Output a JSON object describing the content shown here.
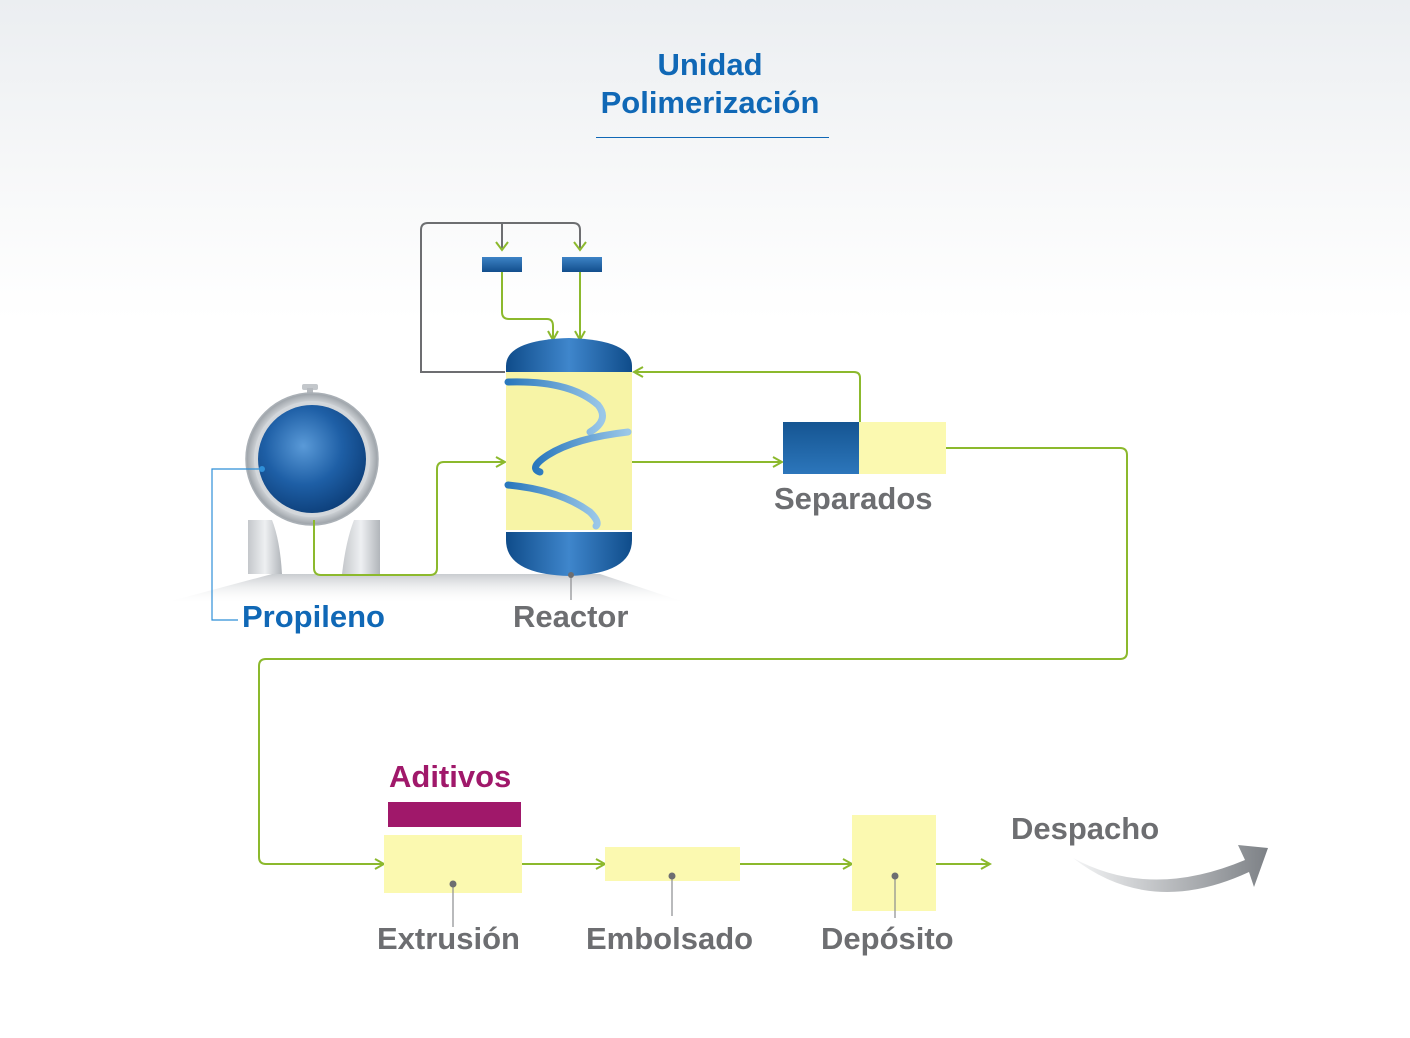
{
  "title": {
    "line1": "Unidad",
    "line2": "Polimerización"
  },
  "labels": {
    "propileno": "Propileno",
    "reactor": "Reactor",
    "separados": "Separados",
    "aditivos": "Aditivos",
    "extrusion": "Extrusión",
    "embolsado": "Embolsado",
    "deposito": "Depósito",
    "despacho": "Despacho"
  },
  "colors": {
    "title_blue": "#1068b6",
    "label_gray": "#6d6e71",
    "flow_green": "#8cb92d",
    "aditivos_magenta": "#a0186a",
    "process_yellow": "#fbf9b0",
    "vessel_blue": "#1a5fa0"
  }
}
